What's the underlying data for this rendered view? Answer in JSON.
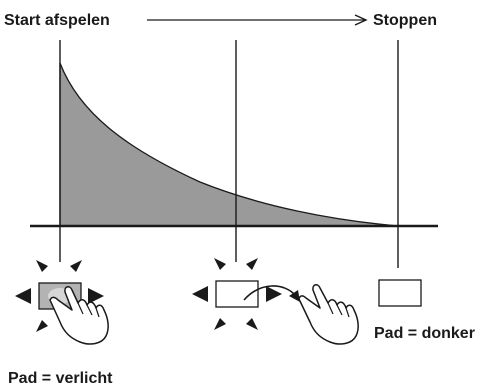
{
  "labels": {
    "start": "Start afspelen",
    "stop": "Stoppen",
    "pad_dark": "Pad = donker",
    "pad_lit": "Pad = verlicht"
  },
  "colors": {
    "ink": "#1a1a1a",
    "curve_fill": "#9a9a9a",
    "pad_lit_fill": "#b3b3b3",
    "pad_fill": "#ffffff"
  },
  "icons": {
    "light_rays": "starburst-arrows",
    "hand": "pointing-hand",
    "motion": "curved-arrow"
  }
}
